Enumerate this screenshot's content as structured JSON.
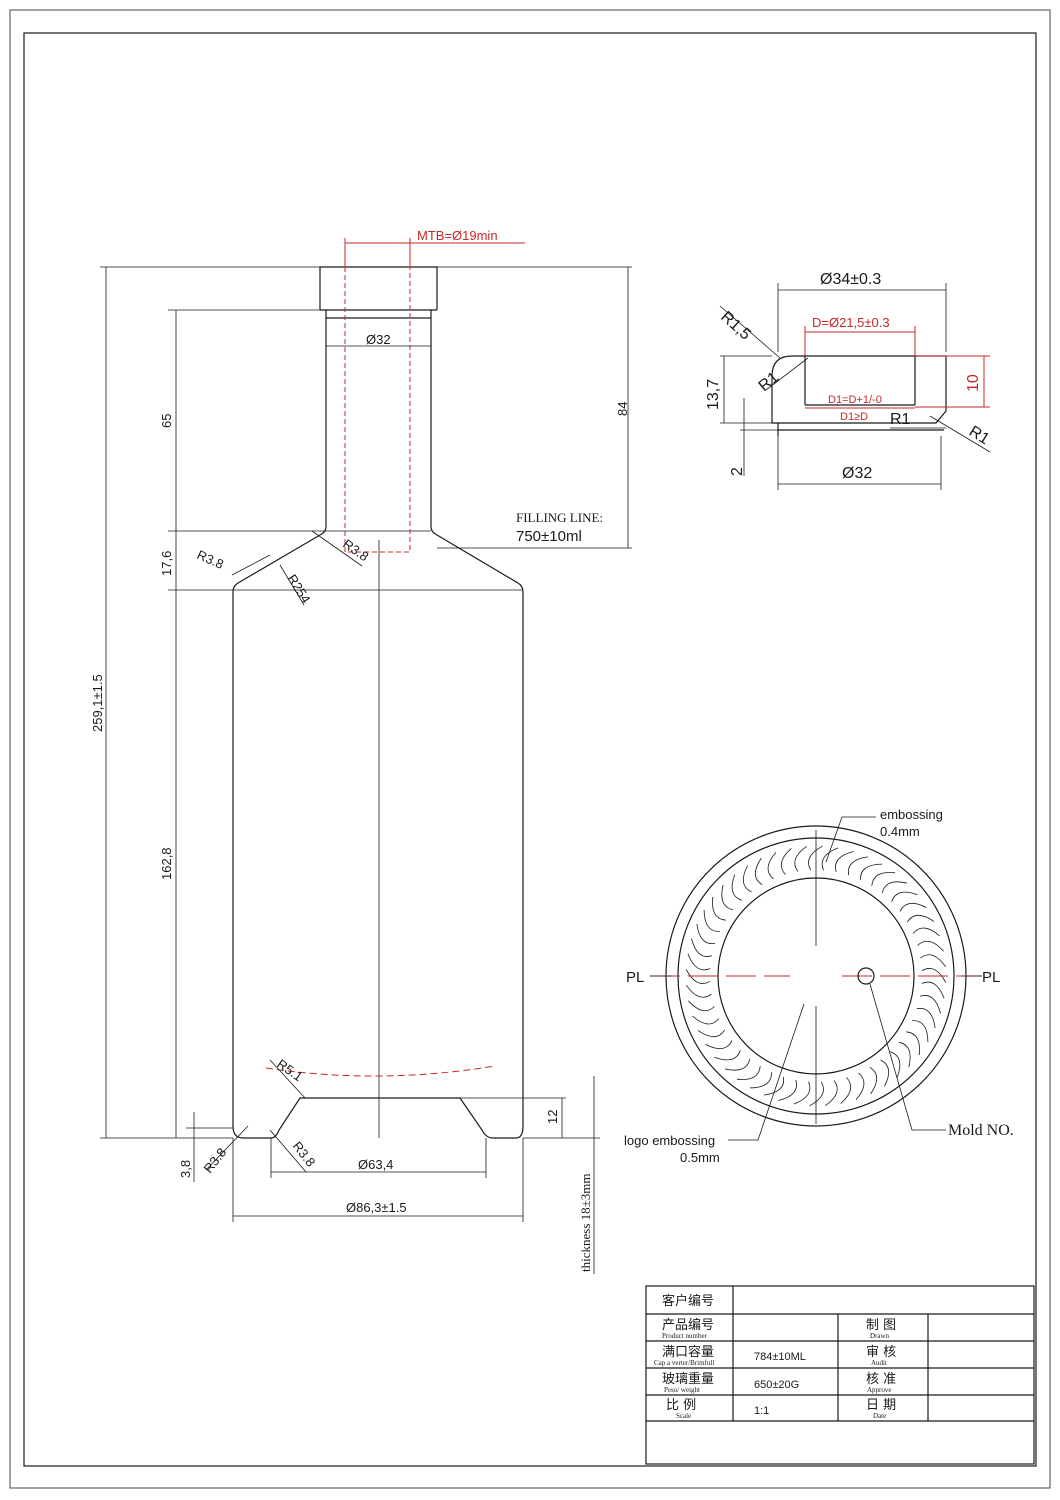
{
  "side_view": {
    "mtb": "MTB=Ø19min",
    "neck_diameter": "Ø32",
    "neck_height": "65",
    "finish_height": "84",
    "shoulder_height": "17,6",
    "body_height": "162,8",
    "total_height": "259,1±1.5",
    "r_shoulder": "R3.8",
    "r_neck": "R3.8",
    "r_254": "R254",
    "filling_line_label": "FILLING LINE:",
    "filling_line_value": "750±10ml",
    "r_punt": "R5.1",
    "punt_height": "12",
    "base_height": "3,8",
    "r_base_left": "R3.8",
    "r_base_inner": "R3.8",
    "punt_diameter": "Ø63,4",
    "body_diameter": "Ø86,3±1.5",
    "thickness": "thickness 18±3mm"
  },
  "finish_detail": {
    "outer_diameter": "Ø34±0.3",
    "inner_d": "D=Ø21,5±0.3",
    "r15": "R1,5",
    "r1_a": "R1",
    "h137": "13,7",
    "d1_rule": "D1=D+1/-0",
    "d1_ge": "D1≥D",
    "r1_b": "R1",
    "r1_c": "R1",
    "h10": "10",
    "h2": "2",
    "bottom_diameter": "Ø32"
  },
  "base_view": {
    "embossing_label": "embossing",
    "embossing_depth": "0.4mm",
    "pl_left": "PL",
    "pl_right": "PL",
    "logo_label": "logo embossing",
    "logo_depth": "0.5mm",
    "mold_label": "Mold NO."
  },
  "title_block": {
    "customer_no": "客户编号",
    "product_no": "产品编号",
    "product_no_en": "Product number",
    "capacity": "满口容量",
    "capacity_en": "Cap a verter/Brimfull",
    "capacity_value": "784±10ML",
    "weight": "玻璃重量",
    "weight_en": "Peso/ weight",
    "weight_value": "650±20G",
    "scale": "比  例",
    "scale_en": "Scale",
    "scale_value": "1:1",
    "drawn": "制 图",
    "drawn_en": "Drawn",
    "audit": "审 核",
    "audit_en": "Audit",
    "approve": "核 准",
    "approve_en": "Approve",
    "date": "日 期",
    "date_en": "Date"
  }
}
